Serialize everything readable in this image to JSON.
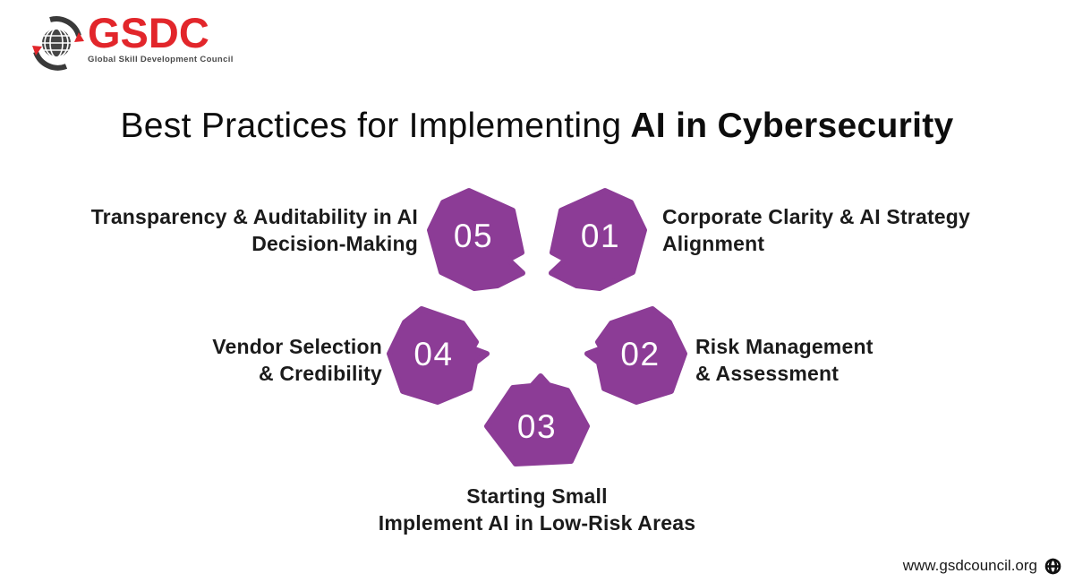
{
  "logo": {
    "acronym": "GSDC",
    "tagline": "Global Skill Development Council"
  },
  "title": {
    "regular": "Best Practices for Implementing",
    "bold": "AI in Cybersecurity"
  },
  "steps": [
    {
      "number": "01",
      "lines": [
        "Corporate Clarity & AI Strategy",
        "Alignment"
      ]
    },
    {
      "number": "02",
      "lines": [
        "Risk Management",
        "& Assessment"
      ]
    },
    {
      "number": "03",
      "lines": [
        "Starting Small",
        "Implement AI in Low-Risk Areas"
      ]
    },
    {
      "number": "04",
      "lines": [
        "Vendor Selection",
        "& Credibility"
      ]
    },
    {
      "number": "05",
      "lines": [
        "Transparency & Auditability in AI",
        "Decision-Making"
      ]
    }
  ],
  "footer": {
    "website": "www.gsdcouncil.org"
  },
  "colors": {
    "accent_purple": "#8C3C96",
    "brand_red": "#E2262B",
    "text_dark": "#1A1A1A"
  }
}
